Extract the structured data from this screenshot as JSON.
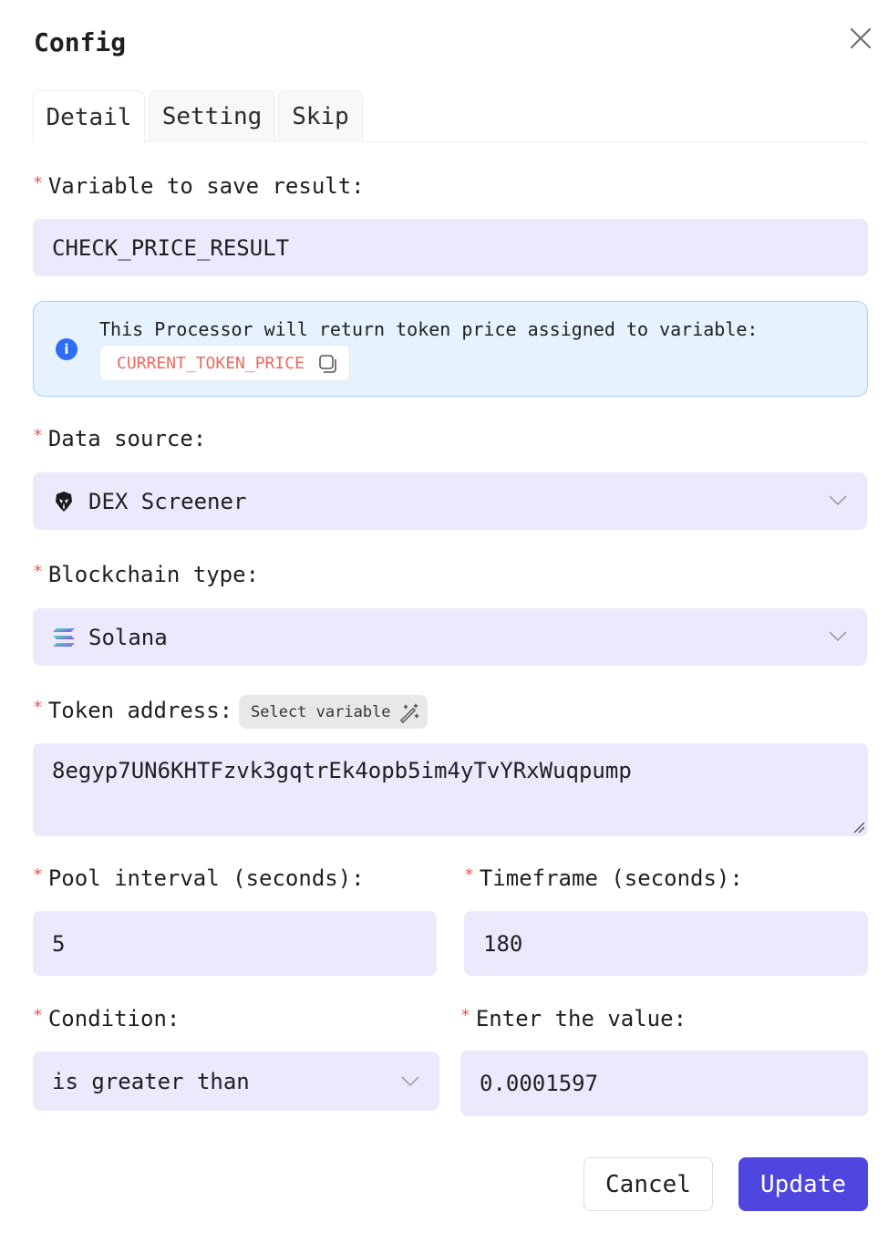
{
  "dialog": {
    "title": "Config"
  },
  "tabs": [
    {
      "label": "Detail",
      "active": true
    },
    {
      "label": "Setting",
      "active": false
    },
    {
      "label": "Skip",
      "active": false
    }
  ],
  "form": {
    "result_variable": {
      "label": "Variable to save result:",
      "value": "CHECK_PRICE_RESULT"
    },
    "info": {
      "text": "This Processor will return token price assigned to variable:",
      "variable": "CURRENT_TOKEN_PRICE"
    },
    "data_source": {
      "label": "Data source:",
      "value": "DEX Screener",
      "icon": "dex-screener-logo"
    },
    "blockchain": {
      "label": "Blockchain type:",
      "value": "Solana",
      "icon": "solana-logo"
    },
    "token_address": {
      "label": "Token address:",
      "select_variable_label": "Select variable",
      "value": "8egyp7UN6KHTFzvk3gqtrEk4opb5im4yTvYRxWuqpump"
    },
    "pool_interval": {
      "label": "Pool interval (seconds):",
      "value": "5"
    },
    "timeframe": {
      "label": "Timeframe (seconds):",
      "value": "180"
    },
    "condition": {
      "label": "Condition:",
      "value": "is greater than"
    },
    "compare_value": {
      "label": "Enter the value:",
      "value": "0.0001597"
    }
  },
  "footer": {
    "cancel_label": "Cancel",
    "update_label": "Update"
  },
  "colors": {
    "primary": "#4f46e0",
    "required": "#f0514a",
    "field_bg": "#ebe9fb",
    "info_bg": "#e6f3fe",
    "variable_text": "#ec6a5f"
  }
}
